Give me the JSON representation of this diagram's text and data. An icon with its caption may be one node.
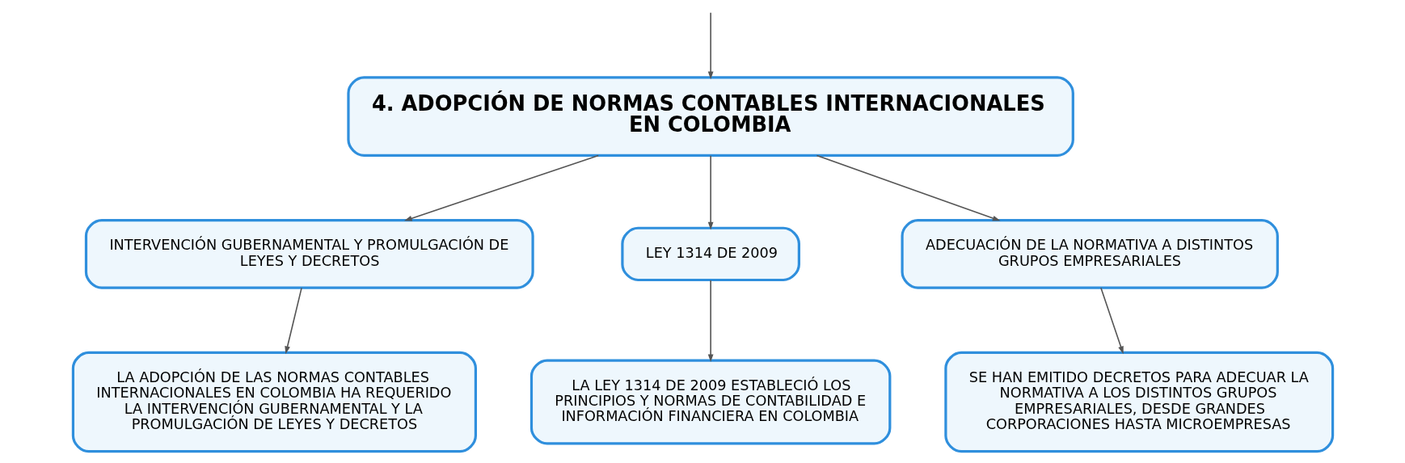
{
  "diagram": {
    "nodes": [
      {
        "text": [
          "4. ADOPCIÓN DE NORMAS CONTABLES INTERNACIONALES EN COLOMBIA"
        ]
      },
      {
        "text": [
          "INTERVENCIÓN GUBERNAMENTAL Y PROMULGACIÓN DE LEYES Y DECRETOS"
        ]
      },
      {
        "text": [
          "LEY 1314 DE 2009"
        ]
      },
      {
        "text": [
          "ADECUACIÓN DE LA NORMATIVA A DISTINTOS GRUPOS EMPRESARIALES"
        ]
      },
      {
        "text": [
          "LA ADOPCIÓN DE LAS NORMAS CONTABLES INTERNACIONALES EN COLOMBIA HA REQUERIDO LA INTERVENCIÓN GUBERNAMENTAL Y LA PROMULGACIÓN DE LEYES Y DECRETOS"
        ]
      },
      {
        "text": [
          "LA LEY 1314 DE 2009 ESTABLECIÓ LOS PRINCIPIOS Y NORMAS DE CONTABILIDAD E INFORMACIÓN FINANCIERA EN COLOMBIA"
        ]
      },
      {
        "text": [
          "SE HAN EMITIDO DECRETOS PARA ADECUAR LA NORMATIVA A LOS DISTINTOS GRUPOS EMPRESARIALES, DESDE GRANDES CORPORACIONES HASTA MICROEMPRESAS"
        ]
      }
    ],
    "edges": [
      {
        "from": null,
        "to": 0,
        "arrow": "to"
      },
      {
        "from": 0,
        "to": 1,
        "arrow": "to"
      },
      {
        "from": 0,
        "to": 2,
        "arrow": "to"
      },
      {
        "from": 0,
        "to": 3,
        "arrow": "to"
      },
      {
        "from": 1,
        "to": 4,
        "arrow": "to"
      },
      {
        "from": 2,
        "to": 5,
        "arrow": "to"
      },
      {
        "from": 3,
        "to": 6,
        "arrow": "to"
      }
    ]
  }
}
